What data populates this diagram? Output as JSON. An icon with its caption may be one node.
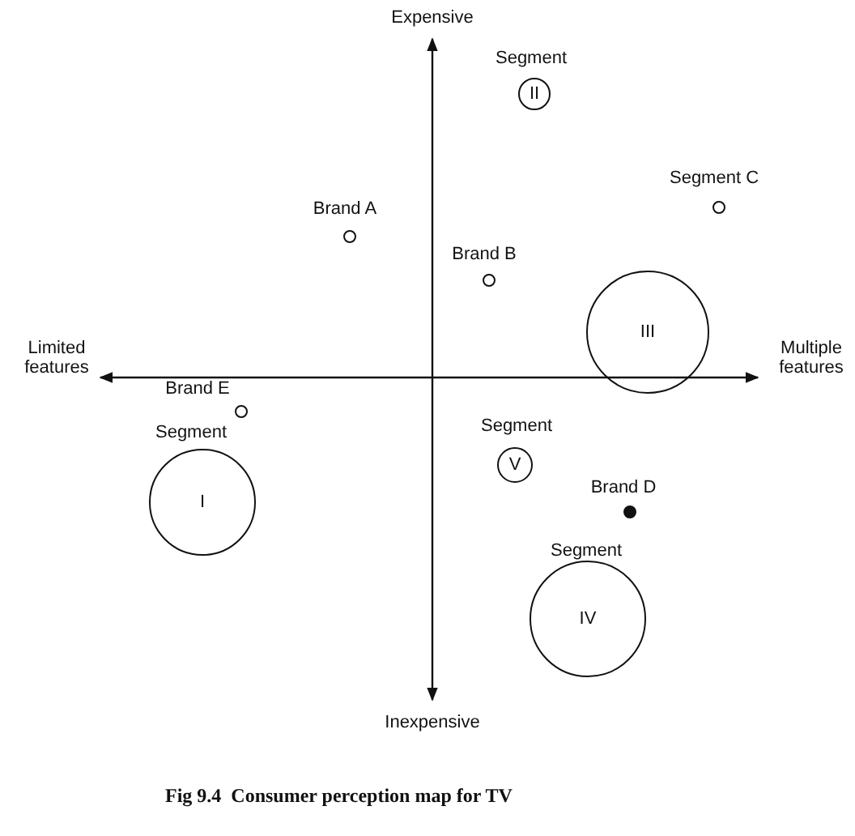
{
  "diagram": {
    "caption": "Fig 9.4  Consumer perception map for TV",
    "nodes": [
      {
        "text": [
          "Segment",
          "II"
        ]
      },
      {
        "text": [
          "Segment C"
        ]
      },
      {
        "text": [
          "Brand A"
        ]
      },
      {
        "text": [
          "Brand B"
        ]
      },
      {
        "text": [
          "III"
        ]
      },
      {
        "text": [
          "Brand E"
        ]
      },
      {
        "text": [
          "Segment",
          "V"
        ]
      },
      {
        "text": [
          "Segment",
          "I"
        ]
      },
      {
        "text": [
          "Brand D"
        ]
      },
      {
        "text": [
          "Segment",
          "IV"
        ]
      }
    ],
    "labels": [
      "Expensive",
      "Limited features",
      "Multiple features",
      "Inexpensive"
    ]
  }
}
